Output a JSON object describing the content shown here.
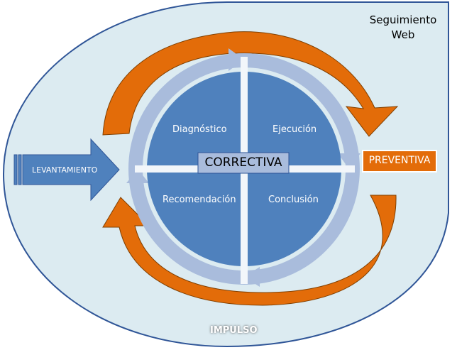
{
  "title": [
    "Seguimiento",
    "Web"
  ],
  "center_label": "CORRECTIVA",
  "quadrants": [
    "Diagnóstico",
    "Ejecución",
    "Recomendación",
    "Conclusión"
  ],
  "input_arrow": "LEVANTAMIENTO",
  "output_box": "PREVENTIVA",
  "logo": "IMPULSO",
  "colors": {
    "background": "#dcebf1",
    "quadrant": "#4f81bd",
    "ring": "#a9bcdc",
    "orange": "#e36c09",
    "dark_orange": "#b45309"
  }
}
